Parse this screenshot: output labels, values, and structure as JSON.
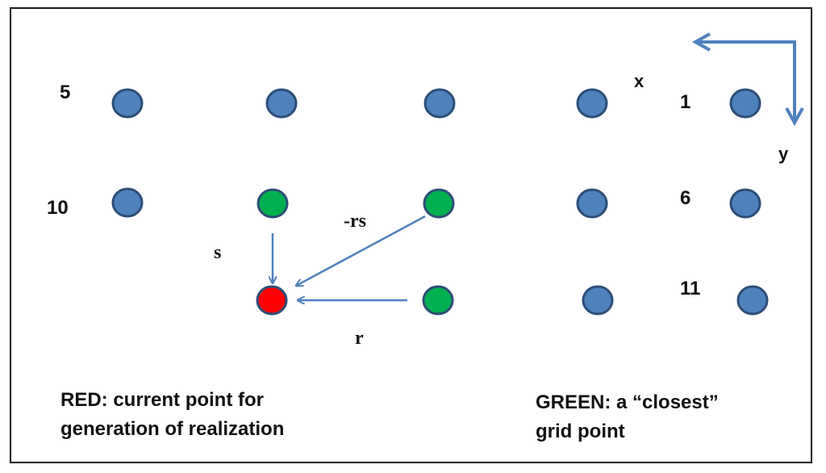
{
  "colors": {
    "grid_point": "#4f81bd",
    "grid_point_outline": "#2d4e77",
    "current_point": "#ff0000",
    "closest_point": "#00b050",
    "arrow": "#4f81bd",
    "frame": "#1a1a1a"
  },
  "labels": {
    "index_5": "5",
    "index_10": "10",
    "index_1": "1",
    "index_6": "6",
    "index_11": "11",
    "axis_x": "x",
    "axis_y": "y",
    "vector_s": "s",
    "vector_neg_rs": "-rs",
    "vector_r": "r"
  },
  "legend": {
    "red_line1": "RED: current point for",
    "red_line2": "generation of realization",
    "green_line1": "GREEN: a “closest”",
    "green_line2": "grid point"
  }
}
